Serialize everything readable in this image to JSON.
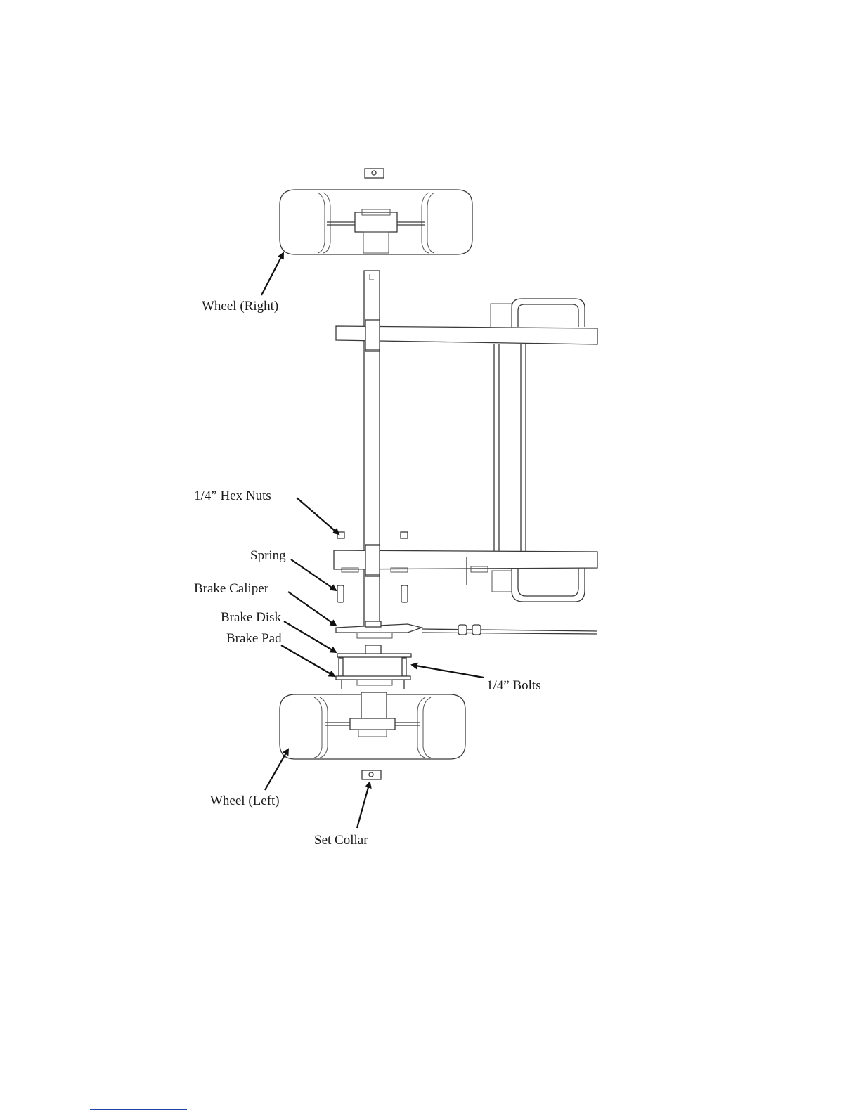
{
  "labels": {
    "wheel_right": "Wheel (Right)",
    "hex_nuts": "1/4” Hex Nuts",
    "spring": "Spring",
    "brake_caliper": "Brake Caliper",
    "brake_disk": "Brake Disk",
    "brake_pad": "Brake Pad",
    "bolts": "1/4” Bolts",
    "wheel_left": "Wheel (Left)",
    "set_collar": "Set Collar"
  }
}
